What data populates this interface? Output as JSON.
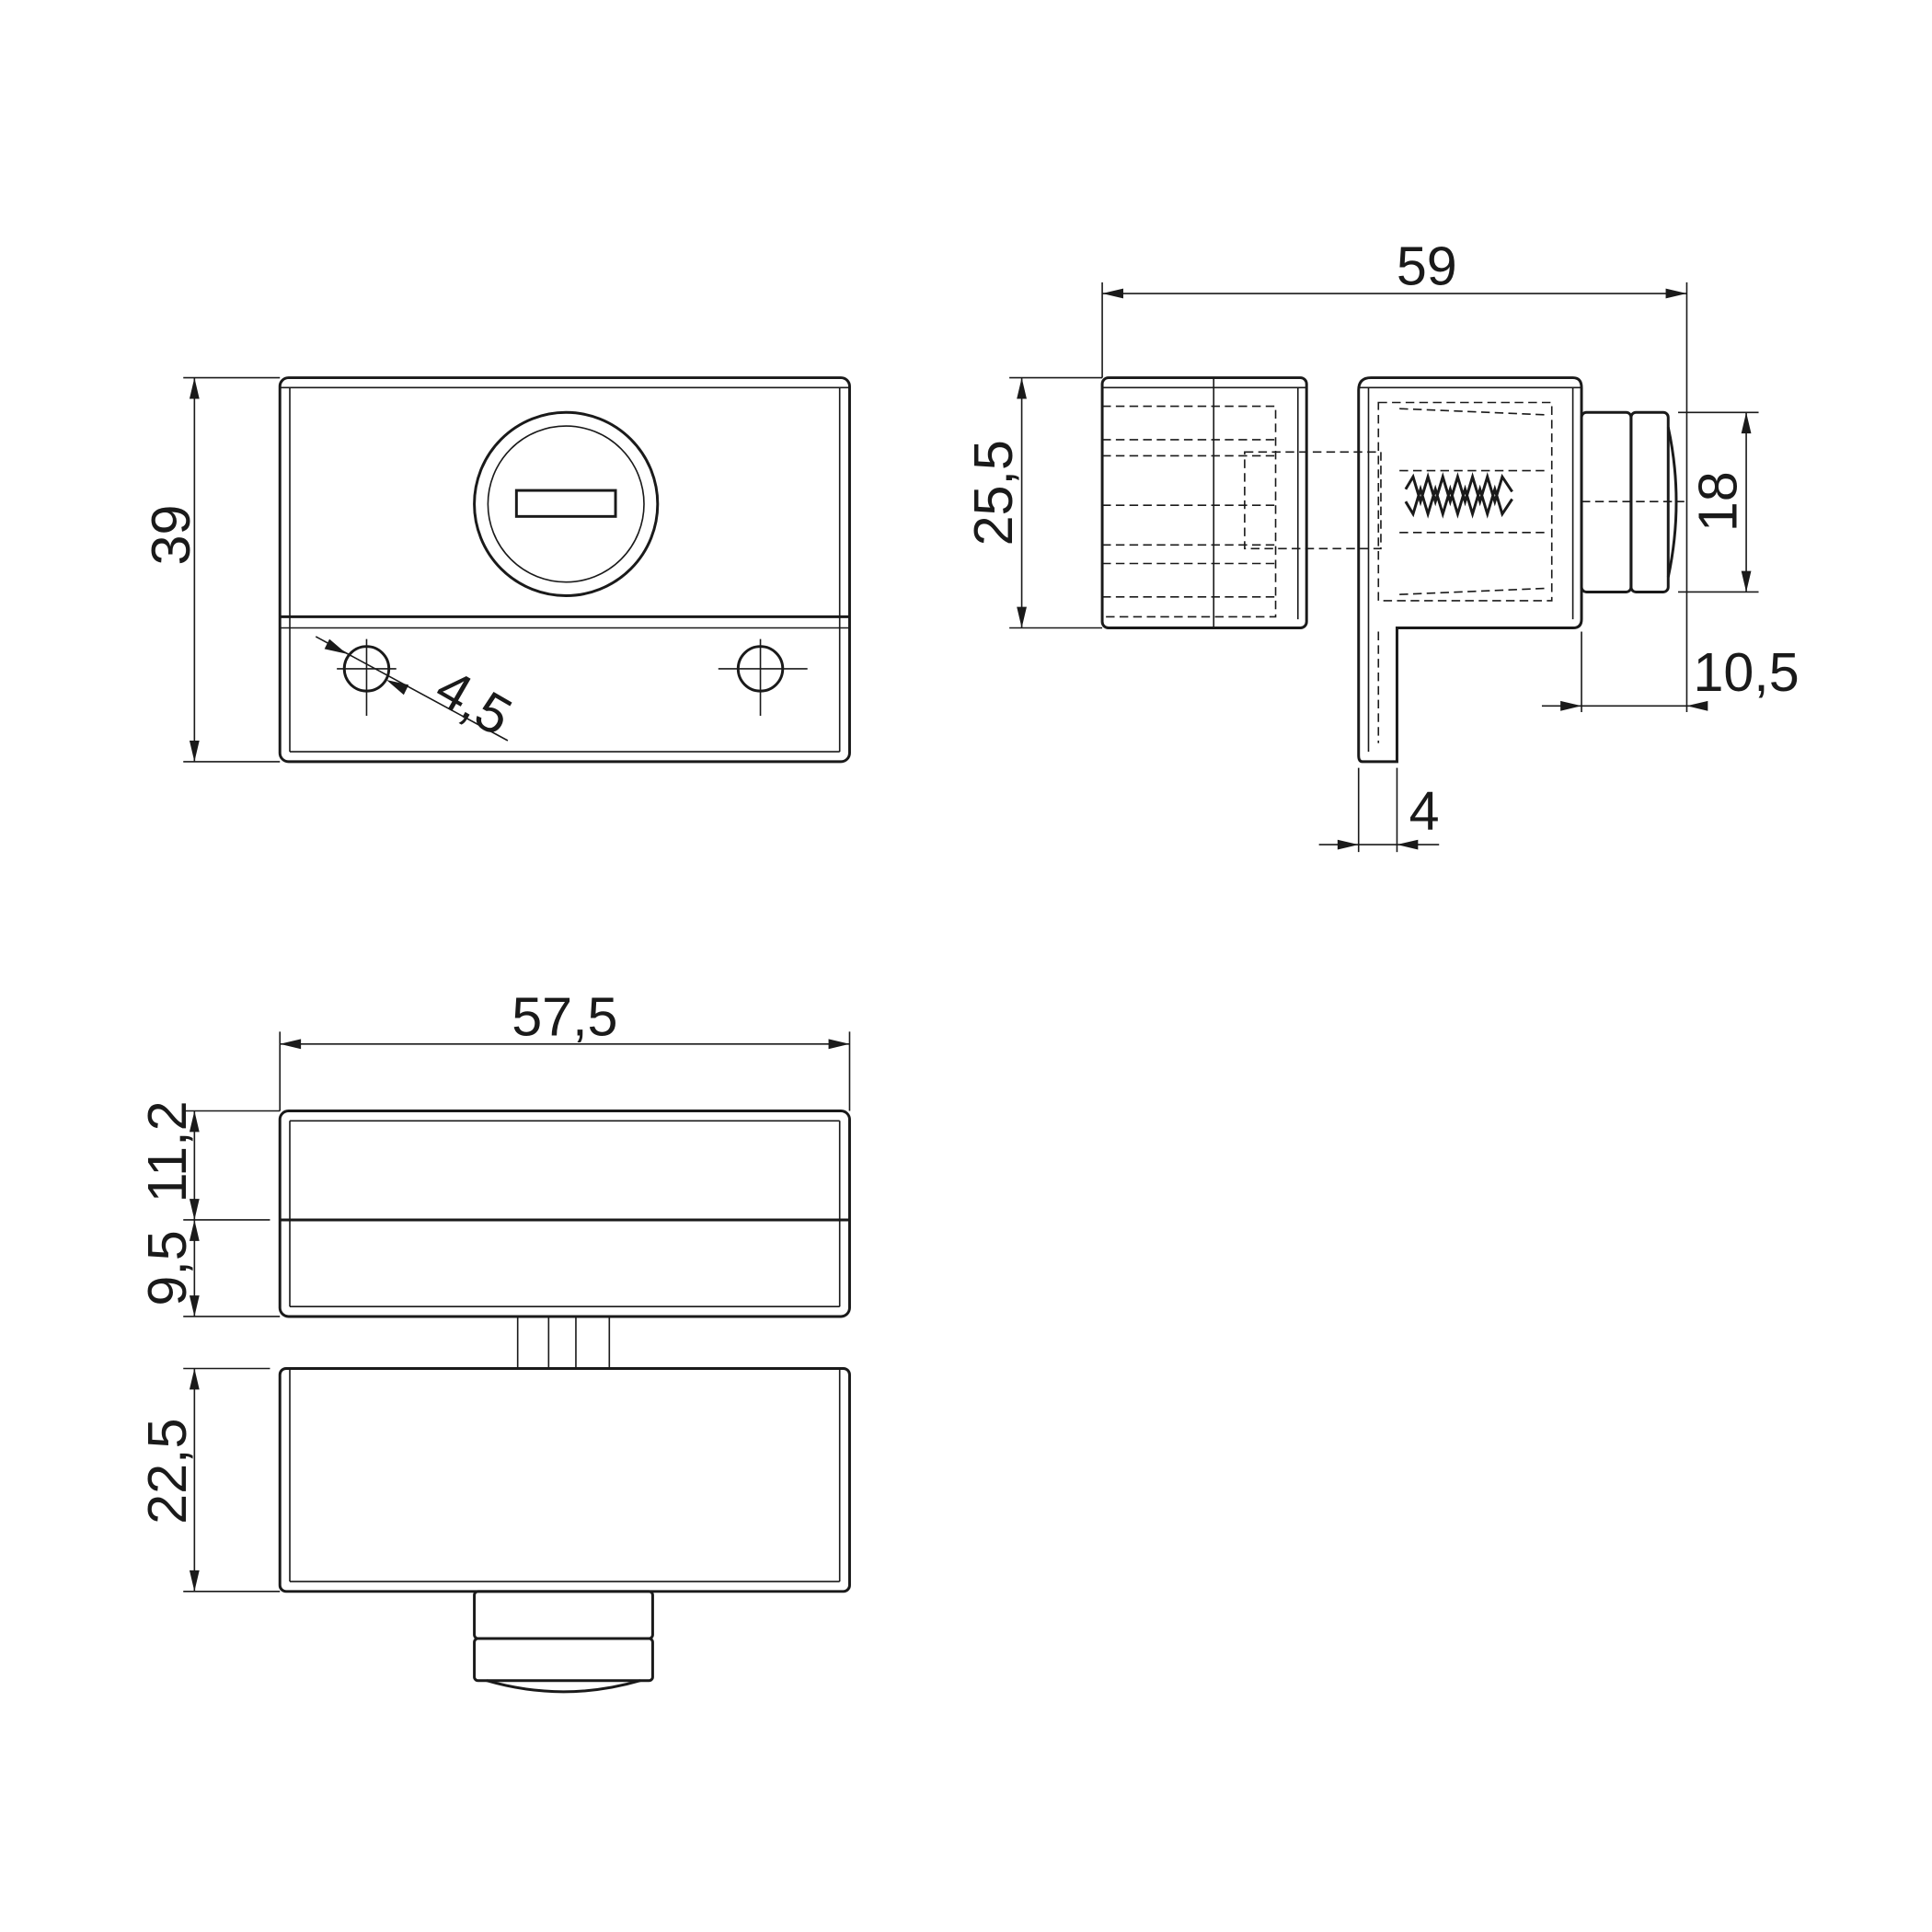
{
  "front_view": {
    "height_label": "39",
    "hole_diameter_label": "4,5"
  },
  "side_view": {
    "width_label": "59",
    "height_label": "25,5",
    "knob_height_label": "18",
    "knob_depth_label": "10,5",
    "bracket_thickness_label": "4"
  },
  "top_view": {
    "width_label": "57,5",
    "upper_part_label": "11,2",
    "lower_part_label": "9,5",
    "strike_label": "22,5"
  },
  "colors": {
    "line": "#1a1a1a",
    "background": "#ffffff"
  }
}
